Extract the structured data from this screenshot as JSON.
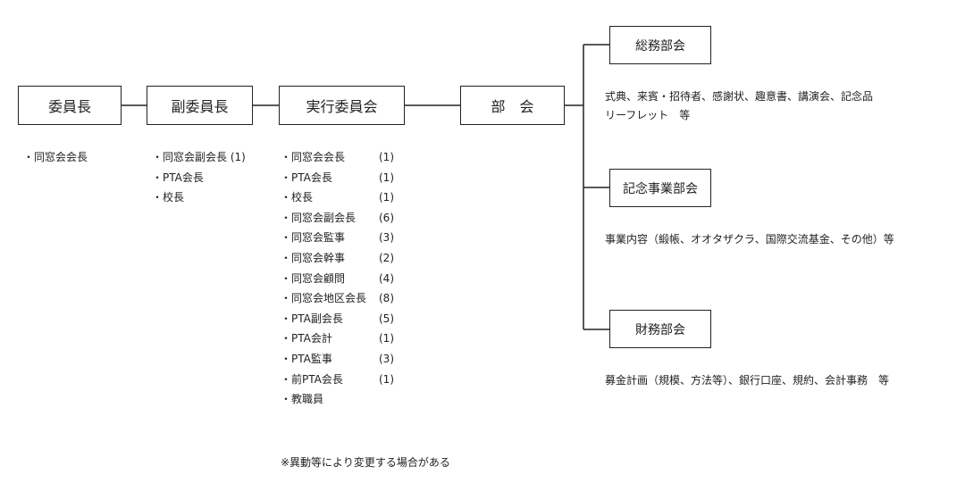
{
  "boxes": {
    "chairman": "委員長",
    "vice_chairman": "副委員長",
    "executive_committee": "実行委員会",
    "divisions": "部　会",
    "general_affairs": "総務部会",
    "commemorative_projects": "記念事業部会",
    "finance": "財務部会"
  },
  "chairman_members": [
    "・同窓会会長"
  ],
  "vice_chairman_members": [
    "・同窓会副会長 (1)",
    "・PTA会長",
    "・校長"
  ],
  "executive_members": [
    {
      "label": "・同窓会会長",
      "count": "(1)"
    },
    {
      "label": "・PTA会長",
      "count": "(1)"
    },
    {
      "label": "・校長",
      "count": "(1)"
    },
    {
      "label": "・同窓会副会長",
      "count": "(6)"
    },
    {
      "label": "・同窓会監事",
      "count": "(3)"
    },
    {
      "label": "・同窓会幹事",
      "count": "(2)"
    },
    {
      "label": "・同窓会顧問",
      "count": "(4)"
    },
    {
      "label": "・同窓会地区会長",
      "count": "(8)"
    },
    {
      "label": "・PTA副会長",
      "count": "(5)"
    },
    {
      "label": "・PTA会計",
      "count": "(1)"
    },
    {
      "label": "・PTA監事",
      "count": "(3)"
    },
    {
      "label": "・前PTA会長",
      "count": "(1)"
    },
    {
      "label": "・教職員",
      "count": ""
    }
  ],
  "general_affairs_desc": [
    "式典、来賓・招待者、感謝状、趣意書、講演会、記念品",
    "リーフレット　等"
  ],
  "commemorative_desc": "事業内容（緞帳、オオタザクラ、国際交流基金、その他）等",
  "finance_desc": "募金計画（規模、方法等）、銀行口座、規約、会計事務　等",
  "note": "※異動等により変更する場合がある"
}
